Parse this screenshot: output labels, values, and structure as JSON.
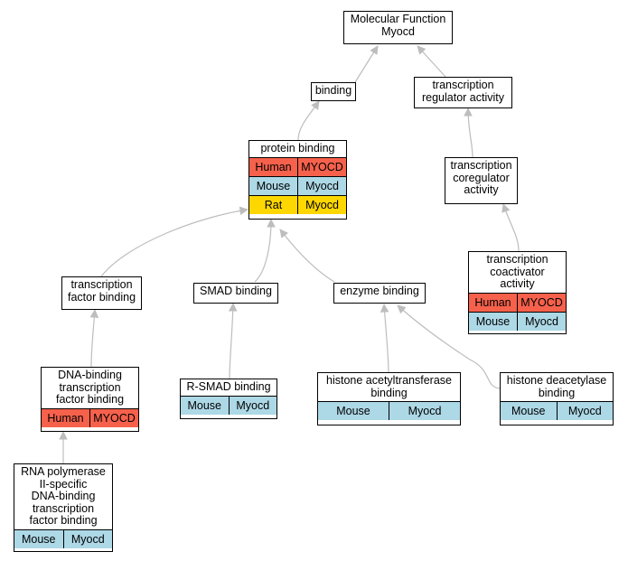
{
  "colors": {
    "human": "#f6614c",
    "mouse": "#add8e6",
    "rat": "#ffd700",
    "edge": "#bdbdbd"
  },
  "nodes": {
    "mf": {
      "label": "Molecular Function\nMyocd",
      "rows": []
    },
    "binding": {
      "label": "binding",
      "rows": []
    },
    "tra": {
      "label": "transcription\nregulator activity",
      "rows": []
    },
    "pb": {
      "label": "protein binding",
      "rows": [
        {
          "species": "Human",
          "gene": "MYOCD"
        },
        {
          "species": "Mouse",
          "gene": "Myocd"
        },
        {
          "species": "Rat",
          "gene": "Myocd"
        }
      ]
    },
    "tcr": {
      "label": "transcription\ncoregulator\nactivity",
      "rows": []
    },
    "tca": {
      "label": "transcription\ncoactivator\nactivity",
      "rows": [
        {
          "species": "Human",
          "gene": "MYOCD"
        },
        {
          "species": "Mouse",
          "gene": "Myocd"
        }
      ]
    },
    "tfb": {
      "label": "transcription\nfactor binding",
      "rows": []
    },
    "smad": {
      "label": "SMAD binding",
      "rows": []
    },
    "enz": {
      "label": "enzyme binding",
      "rows": []
    },
    "dna": {
      "label": "DNA-binding\ntranscription\nfactor binding",
      "rows": [
        {
          "species": "Human",
          "gene": "MYOCD"
        }
      ]
    },
    "rsmad": {
      "label": "R-SMAD binding",
      "rows": [
        {
          "species": "Mouse",
          "gene": "Myocd"
        }
      ]
    },
    "hat": {
      "label": "histone acetyltransferase\nbinding",
      "rows": [
        {
          "species": "Mouse",
          "gene": "Myocd"
        }
      ]
    },
    "hdac": {
      "label": "histone deacetylase\nbinding",
      "rows": [
        {
          "species": "Mouse",
          "gene": "Myocd"
        }
      ]
    },
    "rnap": {
      "label": "RNA polymerase\nII-specific\nDNA-binding\ntranscription\nfactor binding",
      "rows": [
        {
          "species": "Mouse",
          "gene": "Myocd"
        }
      ]
    }
  }
}
